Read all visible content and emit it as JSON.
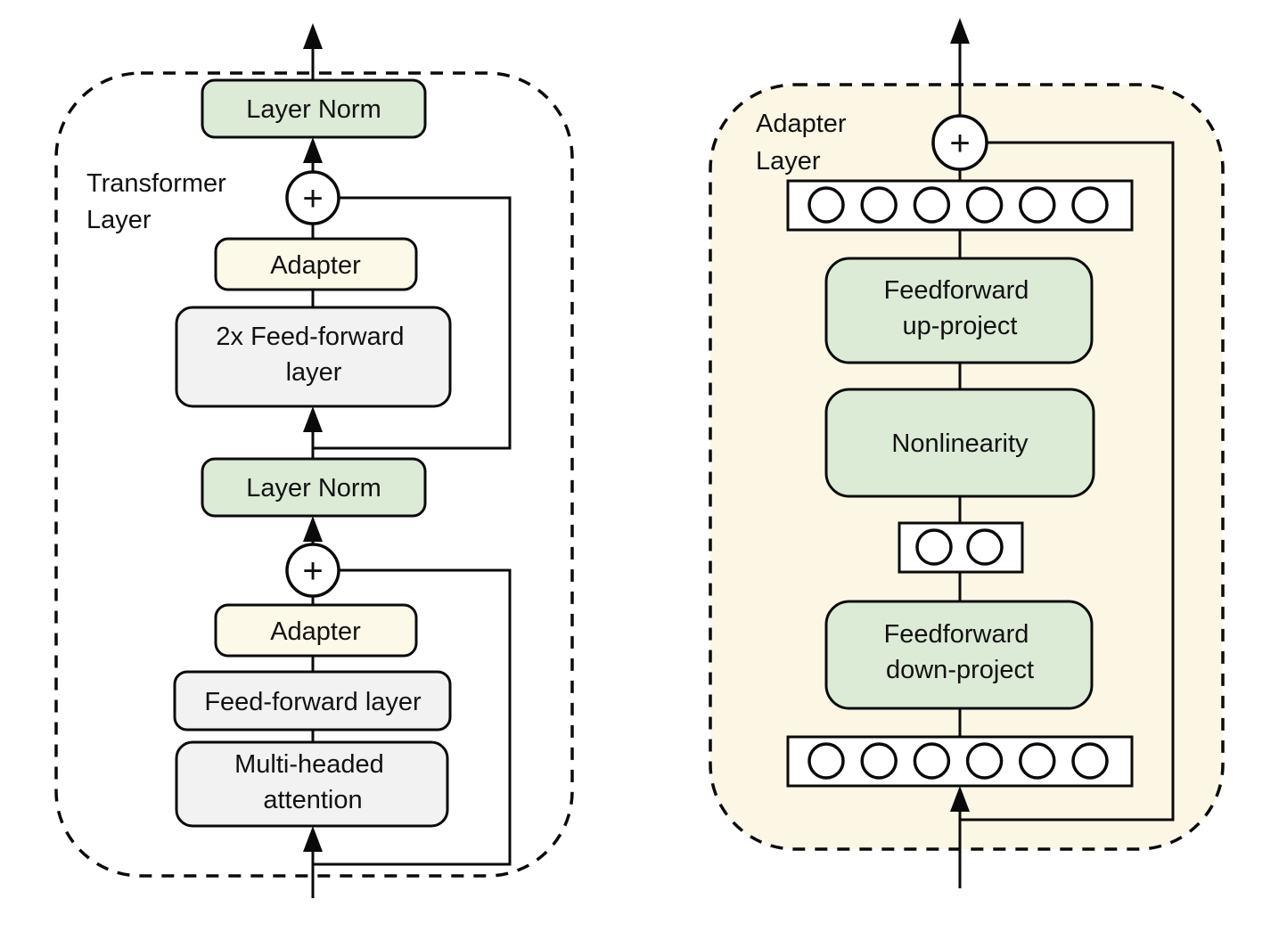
{
  "left_panel": {
    "label": {
      "line1": "Transformer",
      "line2": "Layer"
    },
    "plus": "+",
    "boxes": {
      "layer_norm_top": "Layer Norm",
      "adapter_top": "Adapter",
      "feedforward_2x": {
        "line1": "2x Feed-forward",
        "line2": "layer"
      },
      "layer_norm_mid": "Layer Norm",
      "adapter_bottom": "Adapter",
      "feedforward": "Feed-forward layer",
      "attention": {
        "line1": "Multi-headed",
        "line2": "attention"
      }
    }
  },
  "right_panel": {
    "label": {
      "line1": "Adapter",
      "line2": "Layer"
    },
    "plus": "+",
    "boxes": {
      "up_project": {
        "line1": "Feedforward",
        "line2": "up-project"
      },
      "nonlinearity": "Nonlinearity",
      "down_project": {
        "line1": "Feedforward",
        "line2": "down-project"
      }
    },
    "feature_rows": {
      "top_count": 6,
      "bottleneck_count": 2,
      "bottom_count": 6
    }
  },
  "colors": {
    "green_fill": "#dcebd5",
    "cream_fill": "#fdf9e8",
    "panel_cream_fill": "#fcf7e5",
    "gray_fill": "#f2f2f2",
    "line": "#0a0a0a"
  }
}
